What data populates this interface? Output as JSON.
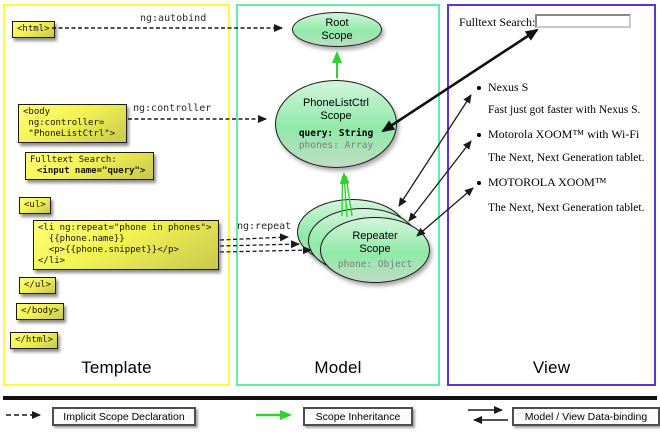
{
  "columns": {
    "template": {
      "title": "Template"
    },
    "model": {
      "title": "Model"
    },
    "view": {
      "title": "View"
    }
  },
  "template_boxes": {
    "html_open": "<html>",
    "body_open": "<body\n ng:controller=\n \"PhoneListCtrl\">",
    "fulltext_label": "Fulltext Search:",
    "input_code": "<input name=\"query\">",
    "ul_open": "<ul>",
    "li_repeat": "<li ng:repeat=\"phone in phones\">\n  {{phone.name}}\n  <p>{{phone.snippet}}</p>\n</li>",
    "ul_close": "</ul>",
    "body_close": "</body>",
    "html_close": "</html>"
  },
  "arrow_labels": {
    "autobind": "ng:autobind",
    "controller": "ng:controller",
    "repeat": "ng:repeat"
  },
  "model": {
    "root_scope_name": "Root\nScope",
    "phonelist_scope_name": "PhoneListCtrl\nScope",
    "phonelist_prop_query": "query: String",
    "phonelist_prop_phones": "phones: Array",
    "repeater_scope_name": "Repeater\nScope",
    "repeater_prop_phone": "phone: Object"
  },
  "view": {
    "search_label": "Fulltext Search:",
    "search_value": "",
    "items": [
      {
        "title": "Nexus S",
        "desc": "Fast just got faster with Nexus S."
      },
      {
        "title": "Motorola XOOM™ with Wi-Fi",
        "desc": "The Next, Next Generation tablet."
      },
      {
        "title": "MOTOROLA XOOM™",
        "desc": "The Next, Next Generation tablet."
      }
    ]
  },
  "legend": {
    "implicit": "Implicit Scope Declaration",
    "inheritance": "Scope Inheritance",
    "binding": "Model / View Data-binding"
  },
  "colors": {
    "template_border": "#fdfd3a",
    "model_border": "#5df0a4",
    "view_border": "#5b35d8",
    "scope_fill": "#8feaa8",
    "code_box_fill": "#f2f253",
    "inheritance_arrow": "#2ed32e",
    "arrow_black": "#1a1a1a"
  }
}
